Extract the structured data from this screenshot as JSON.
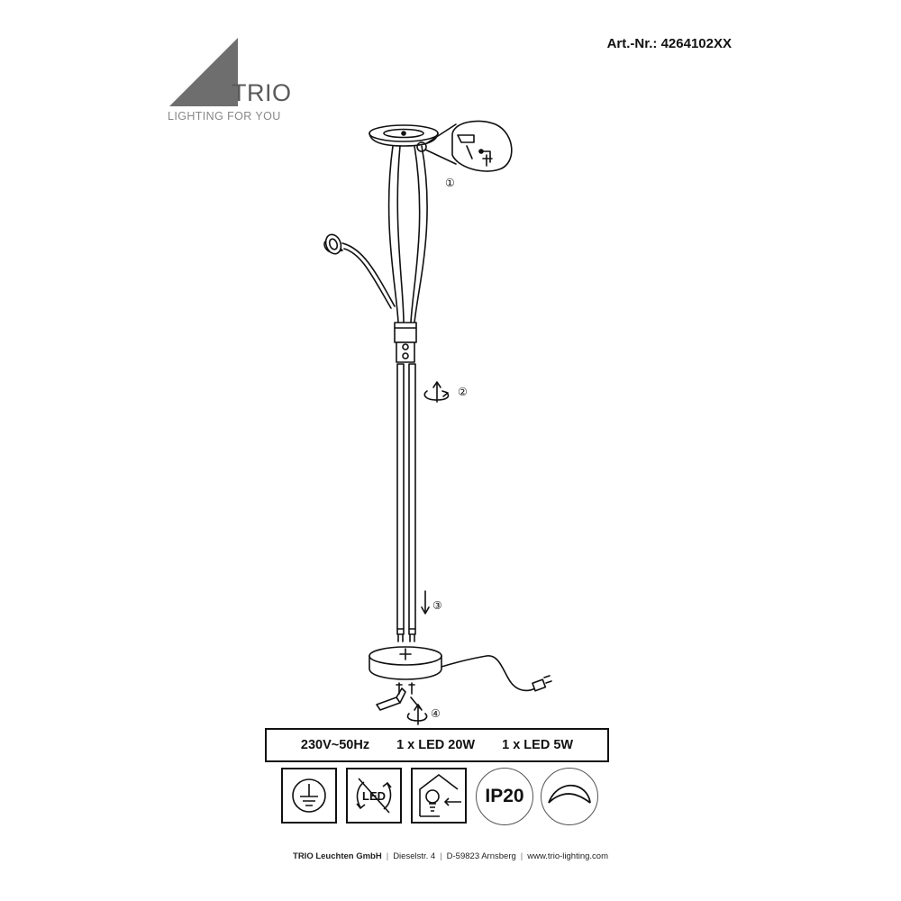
{
  "brand": {
    "name": "TRIO",
    "tagline": "LIGHTING FOR YOU",
    "logo_color": "#6e6e6e"
  },
  "article_number": "Art.-Nr.: 4264102XX",
  "steps": {
    "step1": "①",
    "step2": "②",
    "step3": "③",
    "step4": "④"
  },
  "specs": {
    "voltage": "230V~50Hz",
    "led_main": "1 x LED 20W",
    "led_reading": "1 x LED 5W"
  },
  "symbols": [
    {
      "name": "protective-earth-icon"
    },
    {
      "name": "led-not-replaceable-icon",
      "text": "LED"
    },
    {
      "name": "indoor-use-icon"
    },
    {
      "name": "ip-rating-icon",
      "ip_prefix": "IP",
      "ip_value": "20"
    },
    {
      "name": "dimmer-icon"
    }
  ],
  "footer": {
    "company": "TRIO Leuchten GmbH",
    "street": "Dieselstr. 4",
    "city": "D-59823 Arnsberg",
    "web": "www.trio-lighting.com"
  }
}
